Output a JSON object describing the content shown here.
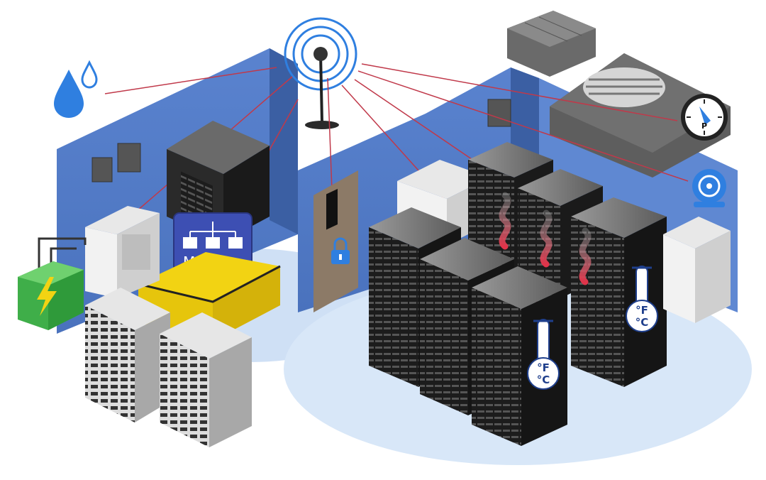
{
  "labels": {
    "protocol": "Modbus",
    "thermo_unit_f": "°F",
    "thermo_unit_c": "°C"
  },
  "colors": {
    "wall": "#4f79c4",
    "wall_dark": "#3b5fa3",
    "floor": "#cfe0f5",
    "link_line": "#c0394a",
    "accent_blue": "#2f7fe0",
    "modbus_box": "#3d4fb3",
    "battery": "#3fae49",
    "yellow_cabinet": "#f2d313"
  },
  "icons": [
    "water-leak-icon",
    "wireless-antenna-icon",
    "modbus-network-icon",
    "battery-icon",
    "door-lock-icon",
    "pressure-gauge-icon",
    "camera-icon",
    "thermometer-icon",
    "heat-wave-icon"
  ]
}
